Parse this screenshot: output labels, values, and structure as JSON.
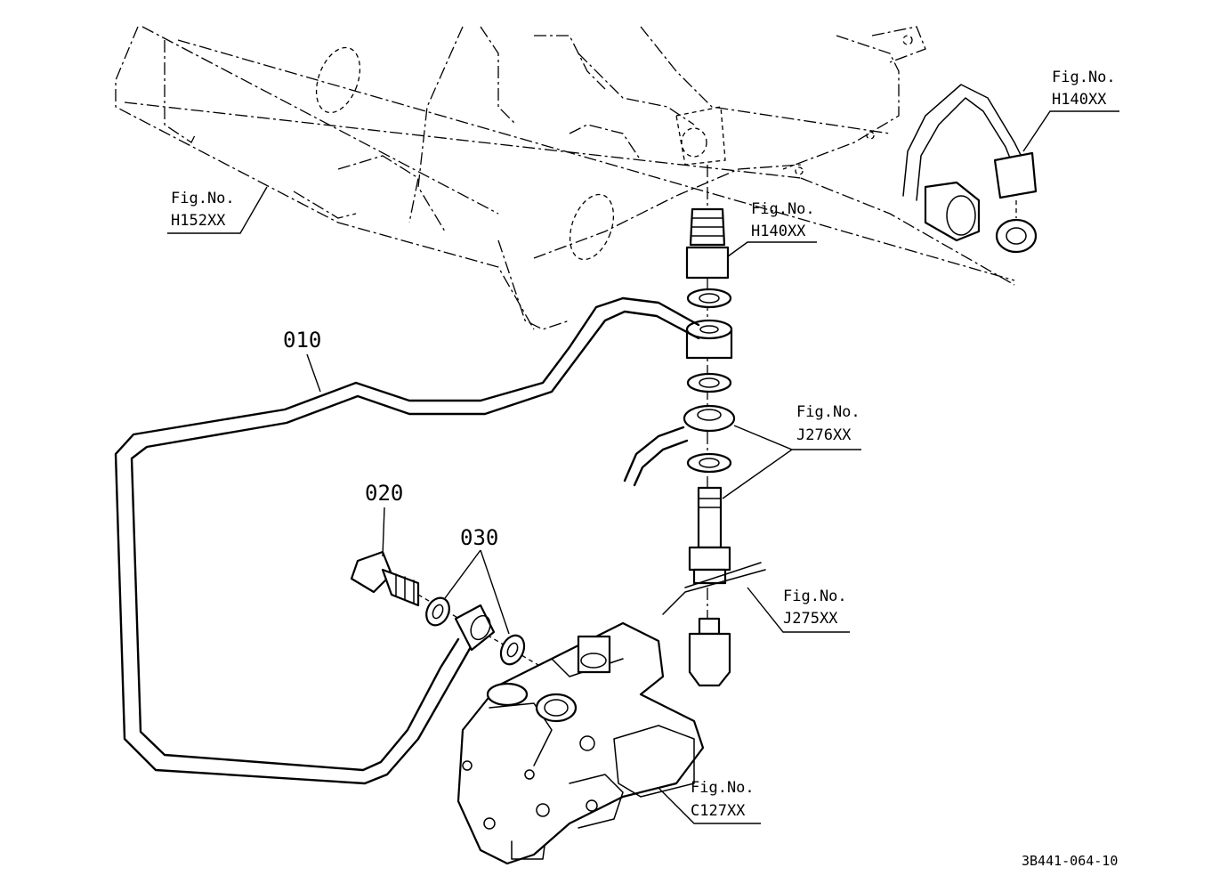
{
  "labels": {
    "fig_h140_top": {
      "line1": "Fig.No.",
      "line2": "H140XX"
    },
    "fig_h152": {
      "line1": "Fig.No.",
      "line2": "H152XX"
    },
    "fig_h140_mid": {
      "line1": "Fig.No.",
      "line2": "H140XX"
    },
    "fig_j276": {
      "line1": "Fig.No.",
      "line2": "J276XX"
    },
    "fig_j275": {
      "line1": "Fig.No.",
      "line2": "J275XX"
    },
    "fig_c127": {
      "line1": "Fig.No.",
      "line2": "C127XX"
    }
  },
  "parts": {
    "p010": "010",
    "p020": "020",
    "p030": "030"
  },
  "drawing_code": "3B441-064-10"
}
